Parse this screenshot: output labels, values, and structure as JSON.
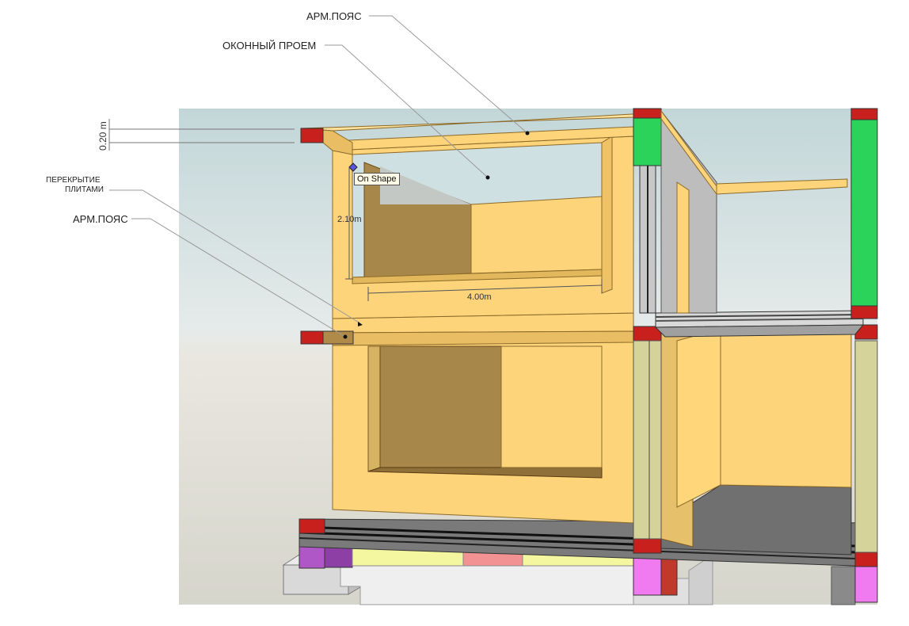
{
  "labels": {
    "arm_poyas_top": "АРМ.ПОЯС",
    "window_opening": "ОКОННЫЙ ПРОЕМ",
    "slab_line1": "ПЕРЕКРЫТИЕ",
    "slab_line2": "ПЛИТАМИ",
    "arm_poyas_mid": "АРМ.ПОЯС"
  },
  "dimensions": {
    "beam_height": "0.20 m",
    "window_height": "2.10m",
    "window_width": "4.00m"
  },
  "tooltip": "On Shape",
  "colors": {
    "wall": "#fdd47a",
    "wall_shadow": "#a8874a",
    "concrete_red": "#c8201c",
    "green": "#2bd35a",
    "purple": "#b057c8",
    "magenta": "#f07af0",
    "yellow_block": "#f4f7a0",
    "pink_block": "#f39292",
    "gray_wall": "#bdbdbd",
    "sky": "#cfdfe0"
  }
}
